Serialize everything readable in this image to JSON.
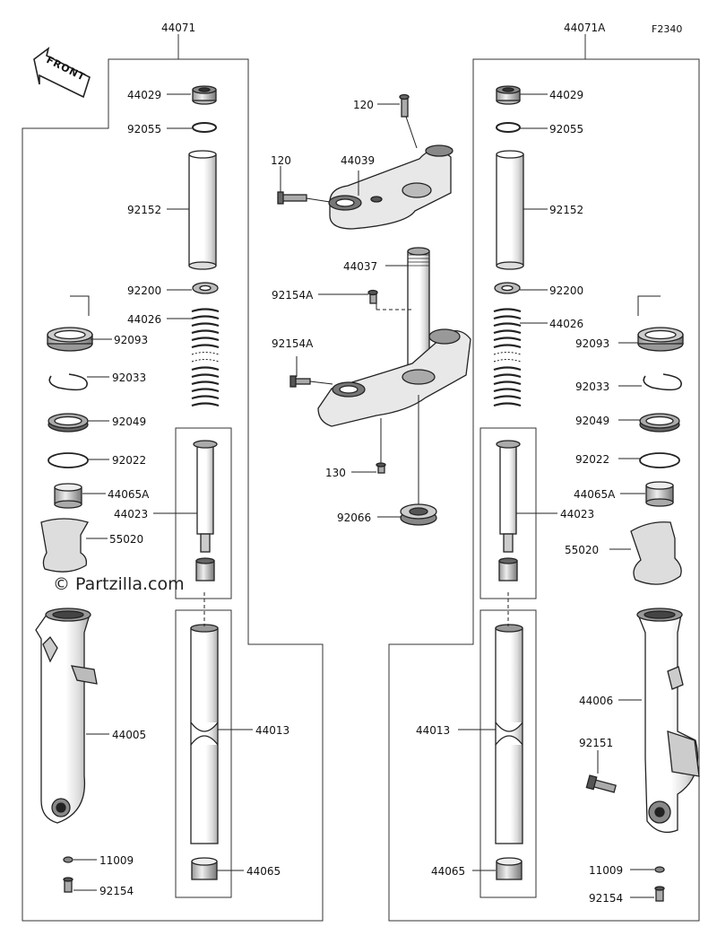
{
  "figure_id": "F2340",
  "front_label": "FRONT",
  "watermark": "© Partzilla.com",
  "labels": {
    "l44071": "44071",
    "r44071a": "44071A",
    "l44029": "44029",
    "l92055": "92055",
    "l92152": "92152",
    "l92200": "92200",
    "l44026": "44026",
    "l92093": "92093",
    "l92033": "92033",
    "l92049": "92049",
    "l92022": "92022",
    "l44065a": "44065A",
    "l44023": "44023",
    "l55020": "55020",
    "l44005": "44005",
    "l44013": "44013",
    "l11009": "11009",
    "l44065": "44065",
    "l92154": "92154",
    "c120a": "120",
    "c120b": "120",
    "c44039": "44039",
    "c44037": "44037",
    "c92154a1": "92154A",
    "c92154a2": "92154A",
    "c130": "130",
    "c92066": "92066",
    "r44029": "44029",
    "r92055": "92055",
    "r92152": "92152",
    "r92200": "92200",
    "r44026": "44026",
    "r92093": "92093",
    "r92033": "92033",
    "r92049": "92049",
    "r92022": "92022",
    "r44065a": "44065A",
    "r44023": "44023",
    "r55020": "55020",
    "r44006": "44006",
    "r44013": "44013",
    "r92151": "92151",
    "r44065": "44065",
    "r11009": "11009",
    "r92154": "92154"
  }
}
